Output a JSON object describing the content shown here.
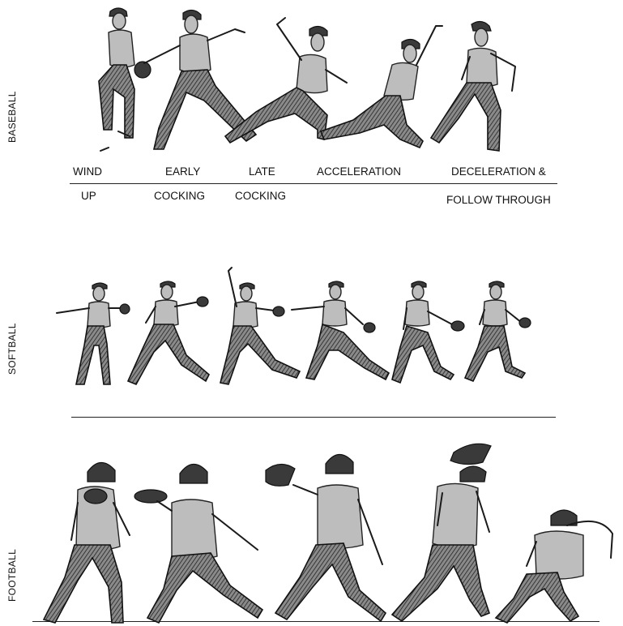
{
  "sports": [
    {
      "key": "baseball",
      "label": "BASEBALL"
    },
    {
      "key": "softball",
      "label": "SOFTBALL"
    },
    {
      "key": "football",
      "label": "FOOTBALL"
    }
  ],
  "phases": [
    {
      "line1": "WIND",
      "line2": "UP"
    },
    {
      "line1": "EARLY",
      "line2": "COCKING"
    },
    {
      "line1": "LATE",
      "line2": "COCKING"
    },
    {
      "line1": "ACCELERATION",
      "line2": ""
    },
    {
      "line1": "DECELERATION &",
      "line2": "FOLLOW THROUGH"
    }
  ]
}
